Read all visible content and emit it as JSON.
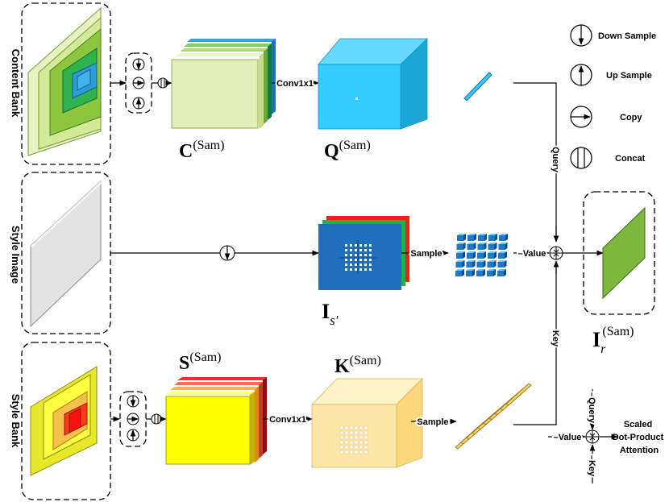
{
  "rows": {
    "content": {
      "label": "Content Bank"
    },
    "style": {
      "label": "Style Image"
    },
    "stylebank": {
      "label": "Style Bank"
    }
  },
  "math": {
    "c": {
      "main": "C",
      "sup": "(Sam)"
    },
    "q": {
      "main": "Q",
      "sup": "(Sam)"
    },
    "is": {
      "main": "I",
      "sub": "s′"
    },
    "s": {
      "main": "S",
      "sup": "(Sam)"
    },
    "k": {
      "main": "K",
      "sup": "(Sam)"
    },
    "ir": {
      "main": "I",
      "sub": "r",
      "sup": "(Sam)"
    }
  },
  "arrows": {
    "conv_top": "Conv1x1",
    "conv_bottom": "Conv1x1",
    "sample_mid": "Sample",
    "sample_bottom": "Sample",
    "value": "Value",
    "query": "Query",
    "key": "Key"
  },
  "legend": {
    "items": [
      {
        "label": "Down Sample",
        "icon": "down-sample-icon"
      },
      {
        "label": "Up Sample",
        "icon": "up-sample-icon"
      },
      {
        "label": "Copy",
        "icon": "copy-icon"
      },
      {
        "label": "Concat",
        "icon": "concat-icon"
      }
    ],
    "attention": {
      "query": "Query",
      "value": "Value",
      "key": "Key",
      "title_lines": [
        "Scaled",
        "Dot-Product",
        "Attention"
      ]
    }
  },
  "colors": {
    "content_green": "#7bbf3a",
    "content_light": "#d9ecac",
    "query_cyan": "#33ccff",
    "style_gray": "#e3e3e3",
    "is_blue": "#1f6fbd",
    "style_yellow": "#ffff00",
    "key_cream": "#fde7a8",
    "ir_green": "#7cb83b"
  }
}
